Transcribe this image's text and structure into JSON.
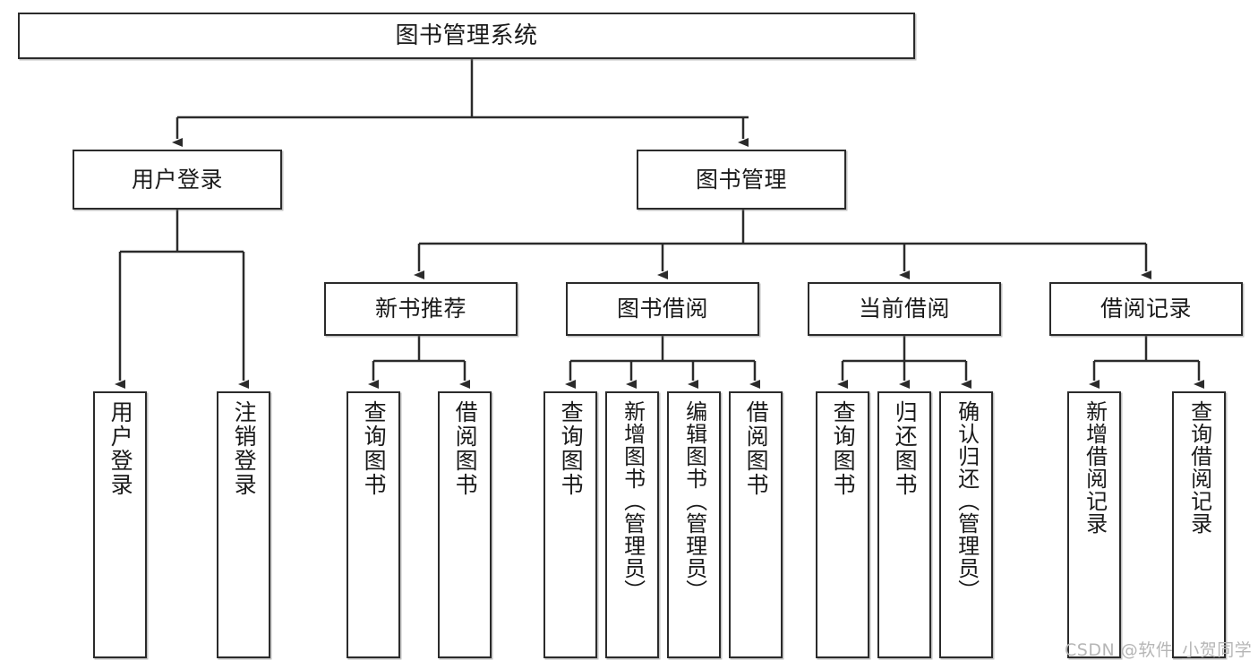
{
  "diagram": {
    "title": "图书管理系统",
    "type": "功能结构图",
    "root": {
      "id": "root",
      "label": "图书管理系统"
    },
    "level2": [
      {
        "id": "user-login",
        "label": "用户登录"
      },
      {
        "id": "book-management",
        "label": "图书管理"
      }
    ],
    "level3": [
      {
        "id": "new-book-recommend",
        "label": "新书推荐"
      },
      {
        "id": "book-borrow",
        "label": "图书借阅"
      },
      {
        "id": "current-borrow",
        "label": "当前借阅"
      },
      {
        "id": "borrow-record",
        "label": "借阅记录"
      }
    ],
    "leaves": [
      {
        "id": "leaf-user-login",
        "label": "用户登录",
        "parent": "user-login"
      },
      {
        "id": "leaf-logout-login",
        "label": "注销登录",
        "parent": "user-login"
      },
      {
        "id": "leaf-query-book-1",
        "label": "查询图书",
        "parent": "new-book-recommend"
      },
      {
        "id": "leaf-borrow-book-1",
        "label": "借阅图书",
        "parent": "new-book-recommend"
      },
      {
        "id": "leaf-query-book-2",
        "label": "查询图书",
        "parent": "book-borrow"
      },
      {
        "id": "leaf-add-book",
        "label": "新增图书（管理员）",
        "parent": "book-borrow"
      },
      {
        "id": "leaf-edit-book",
        "label": "编辑图书（管理员）",
        "parent": "book-borrow"
      },
      {
        "id": "leaf-borrow-book-2",
        "label": "借阅图书",
        "parent": "book-borrow"
      },
      {
        "id": "leaf-query-book-3",
        "label": "查询图书",
        "parent": "current-borrow"
      },
      {
        "id": "leaf-return-book",
        "label": "归还图书",
        "parent": "current-borrow"
      },
      {
        "id": "leaf-confirm-return",
        "label": "确认归还（管理员）",
        "parent": "current-borrow"
      },
      {
        "id": "leaf-add-record",
        "label": "新增借阅记录",
        "parent": "borrow-record"
      },
      {
        "id": "leaf-query-record",
        "label": "查询借阅记录",
        "parent": "borrow-record"
      }
    ],
    "watermark": "CSDN @软件_小贺同学",
    "colors": {
      "stroke": "#2b2b2b",
      "fill": "#ffffff",
      "text": "#1a1a1a",
      "watermark": "#b6b6b6"
    }
  }
}
